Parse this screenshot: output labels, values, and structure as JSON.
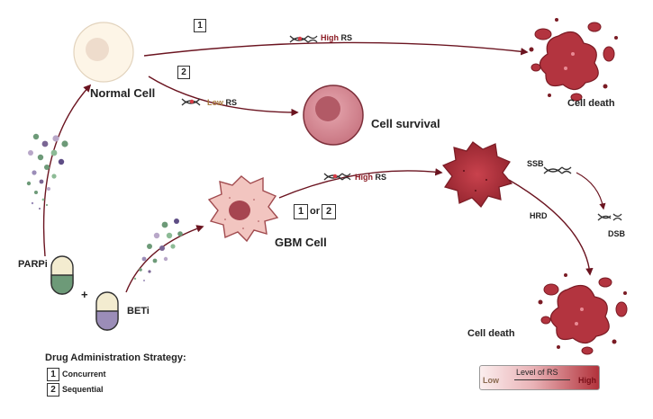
{
  "labels": {
    "normal_cell": "Normal Cell",
    "cell_survival": "Cell survival",
    "gbm_cell": "GBM Cell",
    "cell_death_top": "Cell death",
    "cell_death_bottom": "Cell death",
    "parpi": "PARPi",
    "beti": "BETi",
    "plus": "+",
    "ssb": "SSB",
    "dsb": "DSB",
    "hrd": "HRD",
    "or": "or"
  },
  "pathways": {
    "high": "High",
    "low": "Low",
    "rs": "RS"
  },
  "numbers": {
    "one": "1",
    "two": "2"
  },
  "legend": {
    "title": "Drug Administration Strategy:",
    "items": [
      {
        "num": "1",
        "label": "Concurrent"
      },
      {
        "num": "2",
        "label": "Sequential"
      }
    ]
  },
  "scale": {
    "title": "Level of RS",
    "low": "Low",
    "high": "High"
  },
  "colors": {
    "arrow": "#6b1420",
    "normal_cell_fill": "#fdf5e7",
    "normal_nucleus": "#eedccc",
    "survival_cell_fill": "#d88f9a",
    "survival_nucleus": "#b25a66",
    "gbm_fill": "#f2c5c0",
    "gbm_stroke": "#a14b4f",
    "gbm_nucleus": "#a64550",
    "dead_cell": "#b3343f",
    "dead_cell_dark": "#7a1b24",
    "parpi_bottom": "#6d9a78",
    "beti_bottom": "#9b8db8",
    "capsule_top": "#f3ecd0"
  }
}
